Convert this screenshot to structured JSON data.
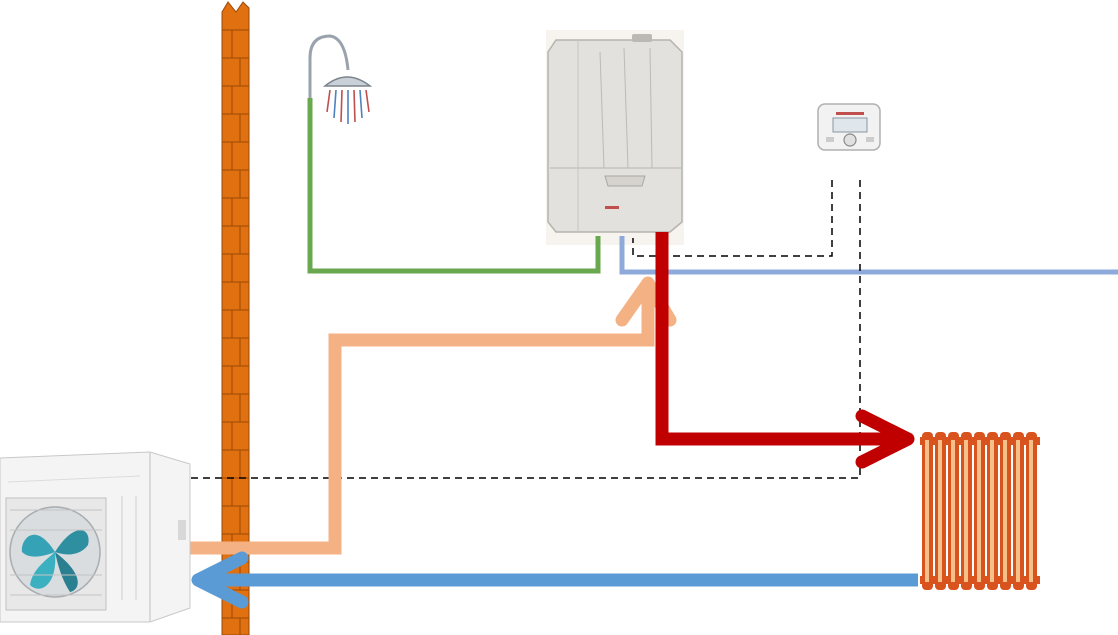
{
  "diagram": {
    "type": "heating-system-schematic",
    "components": [
      {
        "id": "outdoor-unit",
        "icon": "air-to-water-heat-pump-outdoor-unit"
      },
      {
        "id": "wall",
        "icon": "brick-wall"
      },
      {
        "id": "shower",
        "icon": "shower-head-icon"
      },
      {
        "id": "boiler",
        "icon": "wall-mounted-boiler"
      },
      {
        "id": "thermostat",
        "icon": "room-thermostat"
      },
      {
        "id": "radiator",
        "icon": "radiator-icon"
      }
    ],
    "connections": [
      {
        "id": "domestic-hot-water",
        "from": "boiler",
        "to": "shower",
        "style": "solid-line"
      },
      {
        "id": "cold-water-inlet",
        "from": "mains",
        "to": "boiler",
        "style": "solid-line"
      },
      {
        "id": "heat-pump-flow",
        "from": "outdoor-unit",
        "to": "boiler",
        "style": "arrow"
      },
      {
        "id": "heating-flow",
        "from": "boiler",
        "to": "radiator",
        "style": "arrow"
      },
      {
        "id": "heating-return",
        "from": "radiator",
        "to": "outdoor-unit",
        "style": "arrow"
      },
      {
        "id": "thermostat-to-boiler",
        "from": "thermostat",
        "to": "boiler",
        "style": "dashed-line"
      },
      {
        "id": "control-to-outdoor-unit",
        "from": "thermostat",
        "to": "outdoor-unit",
        "style": "dashed-line"
      }
    ]
  },
  "colors": {
    "brick": "#e07010",
    "mortar": "#9a4a08",
    "dhw_line": "#6aa84f",
    "cold_line": "#8eaadb",
    "heat_pump_flow": "#f4b183",
    "heating_flow": "#c00000",
    "heating_return": "#5b9bd5",
    "control_line": "#000000",
    "radiator_body": "#d9531e",
    "radiator_highlight": "#f5c08a"
  }
}
